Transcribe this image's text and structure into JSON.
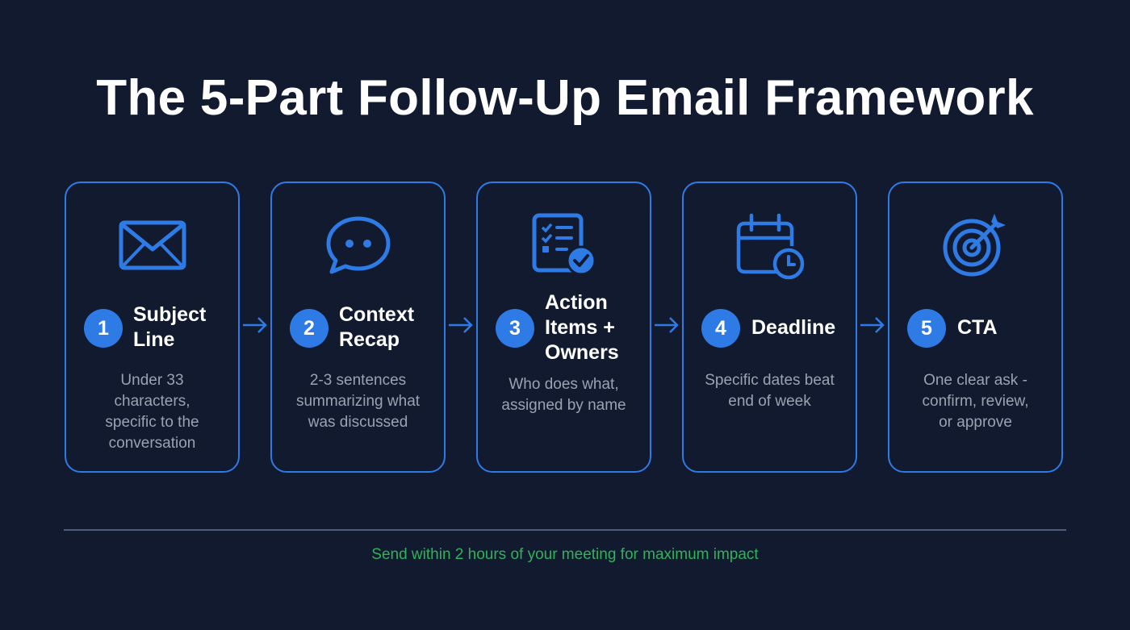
{
  "title": "The 5-Part Follow-Up Email Framework",
  "steps": [
    {
      "number": "1",
      "heading": "Subject Line",
      "heading_lines": [
        "Subject",
        "Line"
      ],
      "description": "Under 33 characters, specific to the conversation",
      "icon": "envelope-icon"
    },
    {
      "number": "2",
      "heading": "Context Recap",
      "heading_lines": [
        "Context",
        "Recap"
      ],
      "description": "2-3 sentences summarizing what was discussed",
      "icon": "chat-bubble-icon"
    },
    {
      "number": "3",
      "heading": "Action Items + Owners",
      "heading_lines": [
        "Action",
        "Items +",
        "Owners"
      ],
      "description": "Who does what, assigned by name",
      "icon": "checklist-icon"
    },
    {
      "number": "4",
      "heading": "Deadline",
      "heading_lines": [
        "Deadline"
      ],
      "description": "Specific dates beat end of week",
      "icon": "calendar-clock-icon"
    },
    {
      "number": "5",
      "heading": "CTA",
      "heading_lines": [
        "CTA"
      ],
      "description": "One clear ask - confirm, review, or approve",
      "icon": "target-icon"
    }
  ],
  "footer": "Send within 2 hours of your meeting for maximum impact",
  "colors": {
    "background": "#111a2e",
    "accent": "#2f7be6",
    "title": "#ffffff",
    "description": "#9aa3b2",
    "footer": "#2fb35a"
  }
}
